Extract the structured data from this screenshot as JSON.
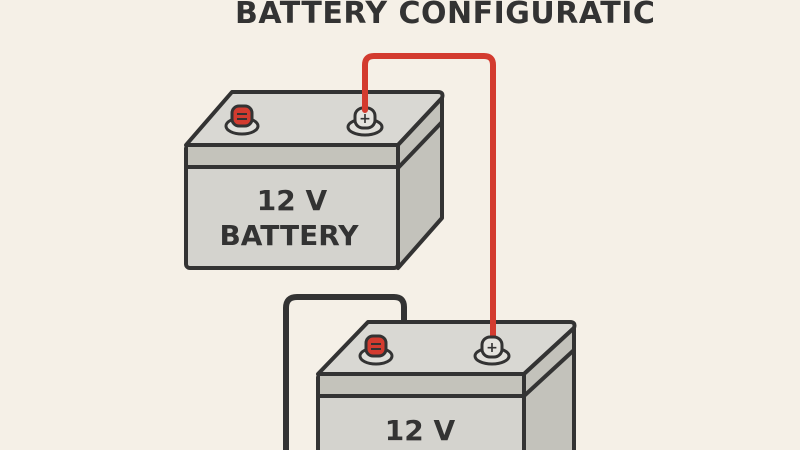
{
  "title": "BATTERY CONFIGURATIC",
  "colors": {
    "background": "#f5f0e7",
    "battery_body": "#d4d3ce",
    "outline": "#333333",
    "positive_wire": "#d33b2f",
    "negative_wire": "#333333",
    "negative_cap": "#d33b2f"
  },
  "batteries": [
    {
      "label_line1": "12 V",
      "label_line2": "BATTERY",
      "negative_terminal": "−",
      "positive_terminal": "+"
    },
    {
      "label_line1": "12 V",
      "label_line2": "",
      "negative_terminal": "−",
      "positive_terminal": "+"
    }
  ],
  "wires": [
    {
      "name": "positive-to-positive",
      "color": "red"
    },
    {
      "name": "negative-to-negative",
      "color": "black"
    }
  ]
}
